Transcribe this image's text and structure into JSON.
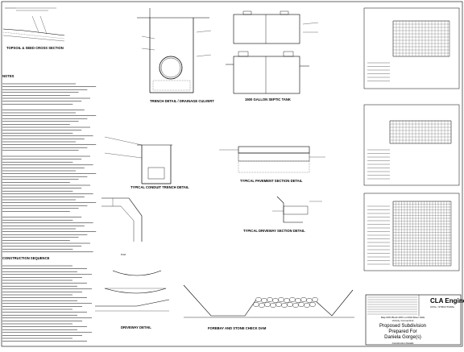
{
  "details": {
    "topsoil": "TOPSOIL & SEED CROSS SECTION",
    "trench_drain": "TRENCH DETAIL / DRAINAGE CULVERT",
    "septic_tank": "1500 GALLON SEPTIC TANK",
    "conduit_trench": "TYPICAL CONDUIT TRENCH DETAIL",
    "pavement": "TYPICAL PAVEMENT SECTION DETAIL",
    "driveway_section": "TYPICAL DRIVEWAY SECTION DETAIL",
    "driveway": "DRIVEWAY DETAIL",
    "forebay": "FOREBAY AND STONE CHECK DAM",
    "plan": "PLAN"
  },
  "notes": {
    "section_a": "NOTES",
    "section_b": "CONSTRUCTION SEQUENCE"
  },
  "title_block": {
    "firm": "CLA Engineers",
    "firm_sub": "CIVIL • STRUCTURAL",
    "project_line": "Map 00% Block 00% Lot 00A Silver Falls",
    "project_line2": "Vicinity, Connecticut",
    "project": "Proposed Subdivision",
    "prepared_for_label": "Prepared For",
    "client": "Daniela Gorge(s)",
    "drawing_title": "Construction Details"
  },
  "colors": {
    "line": "#000000",
    "paper": "#ffffff"
  }
}
